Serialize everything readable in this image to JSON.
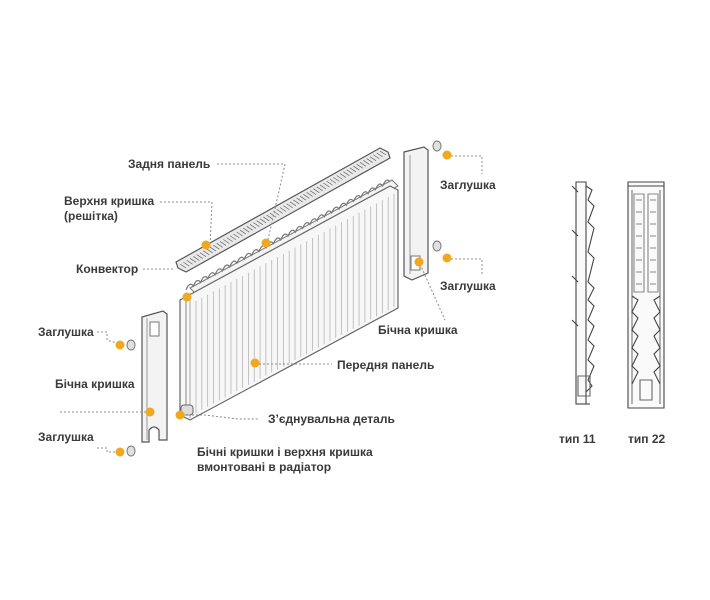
{
  "labels": {
    "back_panel": "Задня панель",
    "top_cover_line1": "Верхня кришка",
    "top_cover_line2": "(решітка)",
    "convector": "Конвектор",
    "plug_left_top": "Заглушка",
    "side_cover_left": "Бічна кришка",
    "plug_left_bottom": "Заглушка",
    "plug_right_top": "Заглушка",
    "plug_right_bottom": "Заглушка",
    "side_cover_right": "Бічна кришка",
    "front_panel": "Передня панель",
    "connector": "З’єднувальна деталь",
    "built_in_line1": "Бічні кришки і верхня кришка",
    "built_in_line2": "вмонтовані в радіатор"
  },
  "types": {
    "type11": "тип 11",
    "type22": "тип 22"
  },
  "colors": {
    "accent": "#f2a81c",
    "leader": "#8c8c8c",
    "line": "#555555"
  }
}
